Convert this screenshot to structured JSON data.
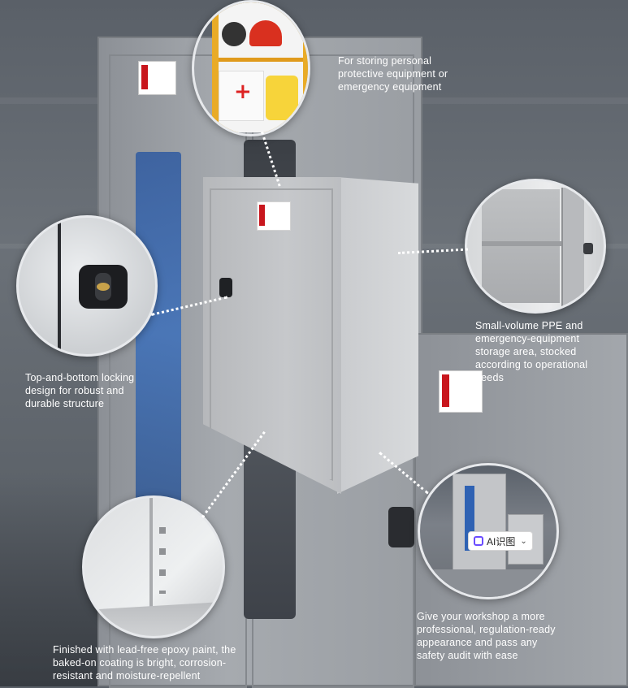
{
  "captions": {
    "ppe_storage": "For storing personal\nprotective equipment or\nemergency equipment",
    "locking": "Top-and-bottom locking\ndesign for robust and\ndurable structure",
    "small_volume": "Small-volume PPE and\nemergency-equipment\nstorage area, stocked\naccording to operational\nneeds",
    "coating": "Finished with lead-free epoxy paint, the\nbaked-on coating is bright, corrosion-\nresistant and moisture-repellent",
    "workshop": "Give your workshop a more\nprofessional, regulation-ready\nappearance and pass any\nsafety audit with ease"
  },
  "ai_chip": {
    "label": "AI识图",
    "icon": "ai-recognize-icon",
    "chevron_icon": "chevron-down-icon"
  },
  "colors": {
    "brand_red": "#c8161d",
    "caption_text": "#ffffff",
    "cabinet_gray": "#bfc1c4",
    "ppe_yellow": "#e9ab27"
  }
}
